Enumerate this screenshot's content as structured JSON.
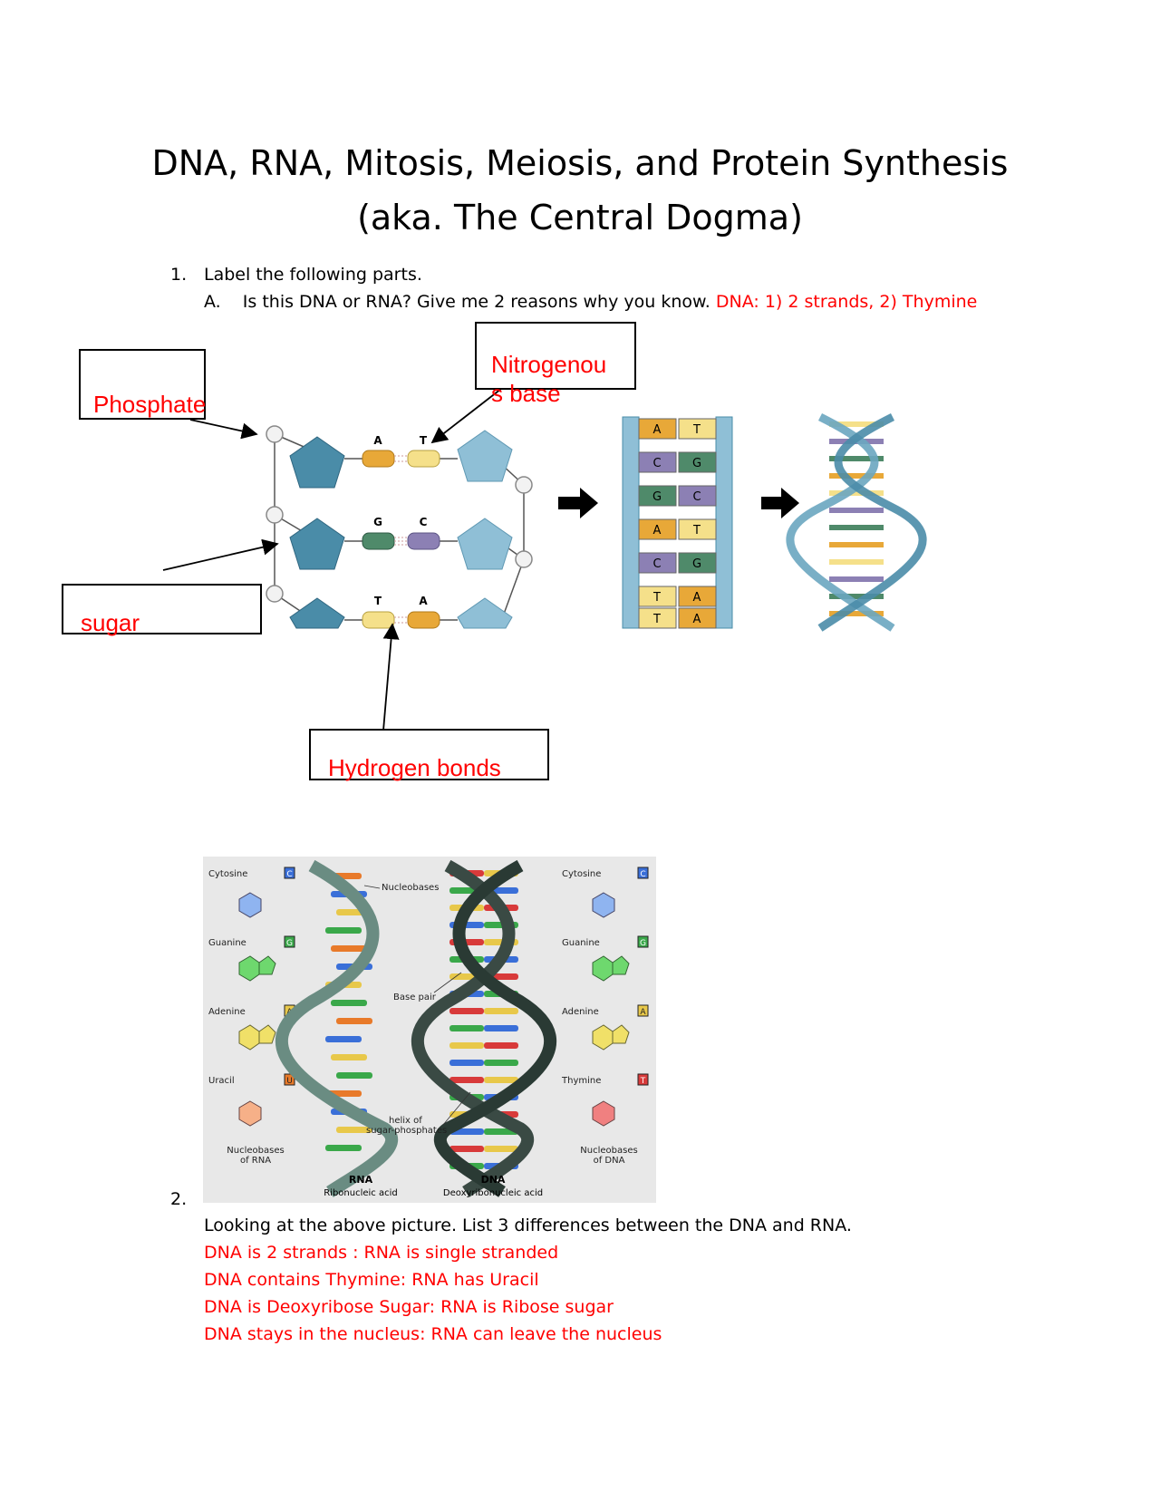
{
  "title": {
    "line1": "DNA, RNA, Mitosis, Meiosis, and Protein Synthesis",
    "line2": "(aka. The Central Dogma)"
  },
  "q1": {
    "number": "1.",
    "text": "Label the following parts.",
    "sub_letter": "A.",
    "sub_text": "Is this DNA or RNA?  Give me 2 reasons why you know.",
    "sub_answer": "DNA: 1) 2 strands, 2) Thymine"
  },
  "figure1": {
    "labels": {
      "phosphate": "Phosphate",
      "nitrogenous_base_1": "Nitrogenou",
      "nitrogenous_base_2": "s base",
      "sugar": "sugar",
      "hydrogen_bonds": "Hydrogen bonds"
    },
    "pairs": [
      {
        "left": "A",
        "right": "T"
      },
      {
        "left": "G",
        "right": "C"
      },
      {
        "left": "T",
        "right": "A"
      }
    ],
    "ladder_pairs": [
      {
        "left": "A",
        "right": "T"
      },
      {
        "left": "C",
        "right": "G"
      },
      {
        "left": "G",
        "right": "C"
      },
      {
        "left": "A",
        "right": "T"
      },
      {
        "left": "C",
        "right": "G"
      },
      {
        "left": "T",
        "right": "A"
      },
      {
        "left": "T",
        "right": "A"
      }
    ]
  },
  "figure2": {
    "rna_side": {
      "cytosine": "Cytosine",
      "cytosine_code": "C",
      "guanine": "Guanine",
      "guanine_code": "G",
      "adenine": "Adenine",
      "adenine_code": "A",
      "uracil": "Uracil",
      "uracil_code": "U",
      "nucleobases_1": "Nucleobases",
      "nucleobases_2": "of RNA"
    },
    "dna_side": {
      "cytosine": "Cytosine",
      "cytosine_code": "C",
      "guanine": "Guanine",
      "guanine_code": "G",
      "adenine": "Adenine",
      "adenine_code": "A",
      "thymine": "Thymine",
      "thymine_code": "T",
      "nucleobases_1": "Nucleobases",
      "nucleobases_2": "of DNA"
    },
    "annotations": {
      "nucleobases": "Nucleobases",
      "base_pair": "Base pair",
      "helix_1": "helix of",
      "helix_2": "sugar-phosphates"
    },
    "rna_title": "RNA",
    "rna_subtitle": "Ribonucleic acid",
    "dna_title": "DNA",
    "dna_subtitle": "Deoxyribonucleic acid"
  },
  "q2": {
    "number": "2.",
    "text": "Looking at the above picture. List 3 differences between the DNA and RNA.",
    "answers": [
      "DNA is 2 strands : RNA is single stranded",
      "DNA contains Thymine: RNA has Uracil",
      "DNA is Deoxyribose Sugar: RNA is Ribose sugar",
      "DNA stays in the nucleus: RNA can leave the nucleus"
    ]
  },
  "colors": {
    "answer_red": "#ff0000",
    "sugar_dark": "#4a8ca8",
    "sugar_light": "#8fbfd6",
    "base_orange": "#e8a838",
    "base_yellow": "#f5e08a",
    "base_green": "#4f8a6a",
    "base_purple": "#8c80b4"
  }
}
